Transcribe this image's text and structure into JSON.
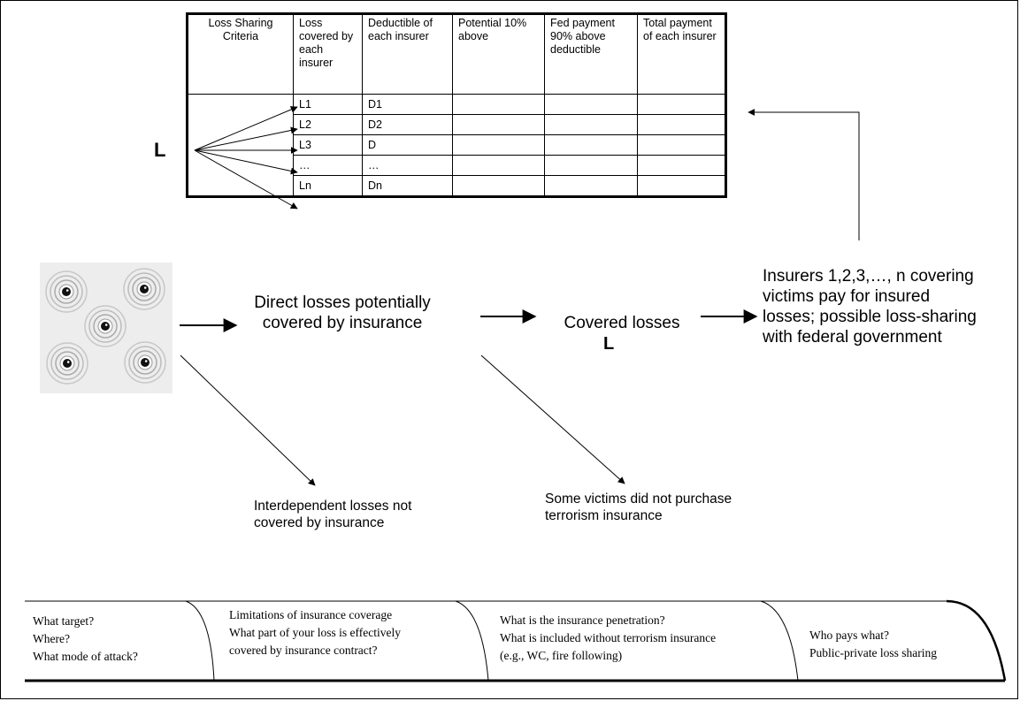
{
  "table": {
    "headers": [
      "Loss Sharing Criteria",
      "Loss covered by each insurer",
      "Deductible of each insurer",
      "Potential 10% above",
      "Fed payment 90% above deductible",
      "Total payment of each insurer"
    ],
    "rows": [
      [
        "L1",
        "D1"
      ],
      [
        "L2",
        "D2"
      ],
      [
        "L3",
        "D"
      ],
      [
        "…",
        "…"
      ],
      [
        "Ln",
        "Dn"
      ]
    ]
  },
  "loss_symbol": "L",
  "flow": {
    "direct_losses": "Direct losses potentially covered by insurance",
    "covered_losses": "Covered losses",
    "covered_losses_symbol": "L",
    "insurers": "Insurers 1,2,3,…, n covering victims pay for insured losses; possible loss-sharing with federal government",
    "interdependent": "Interdependent losses not covered by insurance",
    "some_victims": "Some victims did not purchase terrorism insurance"
  },
  "timeline": {
    "q1": [
      "What target?",
      "Where?",
      "What mode of attack?"
    ],
    "q2": [
      "Limitations of insurance coverage",
      "What part of your loss is effectively",
      "covered by insurance contract?"
    ],
    "q3": [
      "What is the insurance penetration?",
      "What is included without terrorism insurance",
      "(e.g., WC, fire following)"
    ],
    "q4": [
      "Who pays what?",
      "Public-private loss sharing"
    ]
  },
  "icons": {
    "targets": "target-rings-image"
  }
}
